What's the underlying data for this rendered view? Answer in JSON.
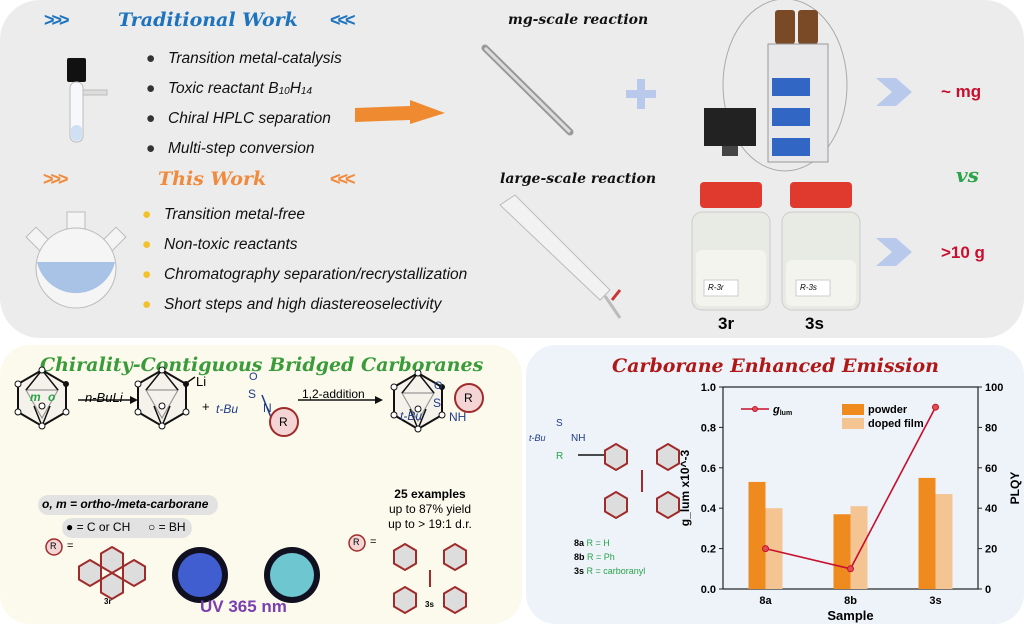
{
  "traditional": {
    "title": "Traditional Work",
    "arrows_left": ">>>",
    "arrows_right": "<<<",
    "items": [
      "Transition metal-catalysis",
      "Toxic reactant B10H14",
      "Chiral HPLC separation",
      "Multi-step conversion"
    ],
    "b10h14": {
      "pre": "Toxic reactant B",
      "sub1": "10",
      "mid": "H",
      "sub2": "14"
    }
  },
  "this_work": {
    "title": "This Work",
    "arrows_left": ">>>",
    "arrows_right": "<<<",
    "items": [
      "Transition metal-free",
      "Non-toxic reactants",
      "Chromatography separation/recrystallization",
      "Short steps and high diastereoselectivity"
    ]
  },
  "scale": {
    "mg_label": "mg-scale reaction",
    "large_label": "large-scale reaction",
    "mg_result": "~ mg",
    "large_result": ">10 g",
    "vs": "vs",
    "bottle_3r": "3r",
    "bottle_3s": "3s",
    "bottle_tag_3r": "R-3r",
    "bottle_tag_3s": "R-3s"
  },
  "synthesis": {
    "title": "Chirality-Contiguous Bridged Carboranes",
    "reagent": "n-BuLi",
    "step2": "1,2-addition",
    "li": "Li",
    "plus": "+",
    "tbu": "t-Bu",
    "s": "S",
    "o": "O",
    "n": "N",
    "nh": "NH",
    "r": "R",
    "m": "m",
    "o_cage": "o",
    "legend1": "o, m = ortho-/meta-carborane",
    "legend2_c": "● = C or CH",
    "legend2_b": "○ = BH",
    "examples": "25 examples",
    "yield": "up to 87% yield",
    "dr": "up to > 19:1 d.r.",
    "r_eq": "=",
    "label_3r": "3r",
    "label_3s": "3s",
    "uv": "UV 365 nm"
  },
  "emission": {
    "title": "Carborane Enhanced Emission",
    "compounds": [
      {
        "id": "8a",
        "r": "R = H"
      },
      {
        "id": "8b",
        "r": "R = Ph"
      },
      {
        "id": "3s",
        "r": "R = carboranyl"
      }
    ]
  },
  "chart_data": {
    "type": "bar",
    "title": "",
    "xlabel": "Sample",
    "ylabel_left": "g_lum x10^-3",
    "ylabel_right": "PLQY",
    "categories": [
      "8a",
      "8b",
      "3s"
    ],
    "ylim_left": [
      0,
      1.0
    ],
    "ylim_right": [
      0,
      100
    ],
    "yticks_left": [
      "0.0",
      "0.2",
      "0.4",
      "0.6",
      "0.8",
      "1.0"
    ],
    "yticks_right": [
      "0",
      "20",
      "40",
      "60",
      "80",
      "100"
    ],
    "series": [
      {
        "name": "powder",
        "axis": "right",
        "type": "bar",
        "color": "#ef8a1f",
        "values": [
          53,
          37,
          55
        ]
      },
      {
        "name": "doped film",
        "axis": "right",
        "type": "bar",
        "color": "#f5c493",
        "values": [
          40,
          41,
          47
        ]
      },
      {
        "name": "g_lum",
        "axis": "left",
        "type": "line",
        "color": "#c8102e",
        "values": [
          0.2,
          0.1,
          0.9
        ]
      }
    ],
    "legend": "top",
    "legend_glum_main": "g",
    "legend_glum_sub": "lum"
  }
}
